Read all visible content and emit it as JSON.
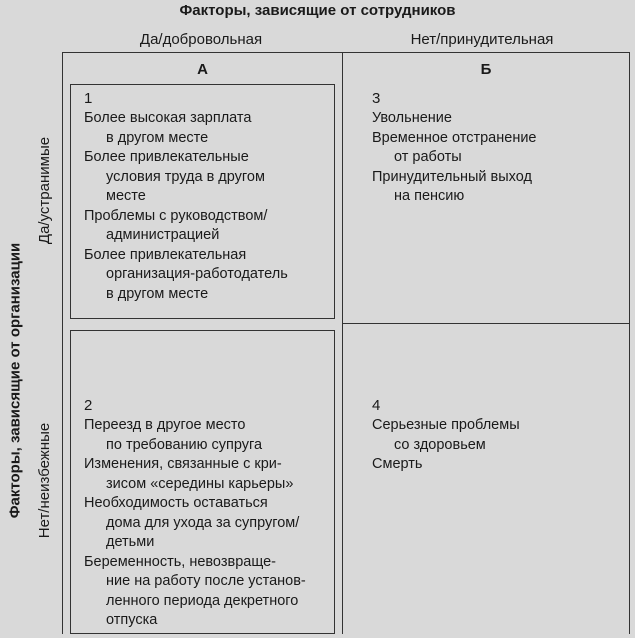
{
  "header": {
    "title": "Факторы, зависящие от сотрудников",
    "col_left": "Да/добровольная",
    "col_right": "Нет/принудительная"
  },
  "side": {
    "title": "Факторы, зависящие от организации",
    "row_top": "Да/устранимые",
    "row_bottom": "Нет/неизбежные"
  },
  "quadrants": {
    "a_letter": "А",
    "b_letter": "Б"
  },
  "cells": {
    "c1": {
      "num": "1",
      "lines": [
        "Более высокая зарплата",
        "в другом месте",
        "Более привлекательные",
        "условия труда в другом",
        "месте",
        "Проблемы с руководством/",
        "администрацией",
        "Более привлекательная",
        "организация-работодатель",
        "в другом месте"
      ]
    },
    "c2": {
      "num": "2",
      "lines": [
        "Переезд в другое место",
        "по требованию супруга",
        "Изменения, связанные с кри-",
        "зисом «середины карьеры»",
        "Необходимость оставаться",
        "дома для ухода за супругом/",
        "детьми",
        "Беременность, невозвраще-",
        "ние на работу после установ-",
        "ленного периода декретного",
        "отпуска"
      ]
    },
    "c3": {
      "num": "3",
      "lines": [
        "Увольнение",
        "Временное отстранение",
        "от работы",
        "Принудительный выход",
        "на пенсию"
      ]
    },
    "c4": {
      "num": "4",
      "lines": [
        "Серьезные проблемы",
        "со здоровьем",
        "Смерть"
      ]
    }
  }
}
